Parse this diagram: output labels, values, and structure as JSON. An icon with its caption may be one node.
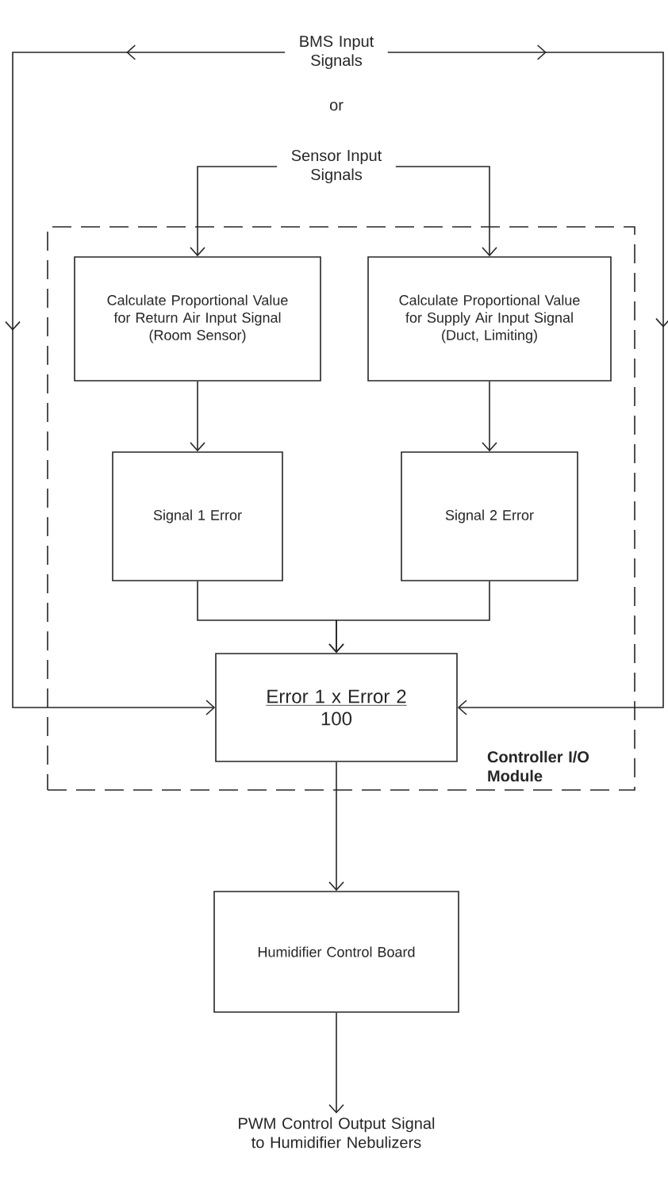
{
  "diagram": {
    "nodes": [
      {
        "text": [
          "BMS Input Signals"
        ]
      },
      {
        "text": [
          "Sensor Input Signals"
        ]
      },
      {
        "text": [
          "Controller I/O Module"
        ]
      },
      {
        "text": [
          "Calculate Proportional Value for Return Air Input Signal",
          "(Room Sensor)"
        ],
        "in": 2
      },
      {
        "text": [
          "Calculate Proportional Value for Supply Air Input Signal",
          "(Duct, Limiting)"
        ],
        "in": 2
      },
      {
        "text": [
          "Signal 1 Error"
        ],
        "in": 2
      },
      {
        "text": [
          "Signal 2 Error"
        ],
        "in": 2
      },
      {
        "text": [
          "Error 1 x Error 2",
          "100"
        ],
        "in": 2
      },
      {
        "text": [
          "Humidifier Control Board"
        ]
      },
      {
        "text": [
          "PWM Control Output Signal to Humidifier Nebulizers"
        ]
      }
    ],
    "edges": [
      {
        "from": 0,
        "to": 7,
        "arrow": "to"
      },
      {
        "from": 0,
        "to": 7,
        "arrow": "to"
      },
      {
        "from": 1,
        "to": 3,
        "arrow": "to"
      },
      {
        "from": 1,
        "to": 4,
        "arrow": "to"
      },
      {
        "from": 3,
        "to": 5,
        "arrow": "to"
      },
      {
        "from": 4,
        "to": 6,
        "arrow": "to"
      },
      {
        "from": 5,
        "to": 7,
        "arrow": "to"
      },
      {
        "from": 6,
        "to": 7,
        "arrow": "to"
      },
      {
        "from": 7,
        "to": 8,
        "arrow": "to"
      },
      {
        "from": 8,
        "to": 9,
        "arrow": "to"
      }
    ],
    "labels": [
      "or"
    ]
  }
}
